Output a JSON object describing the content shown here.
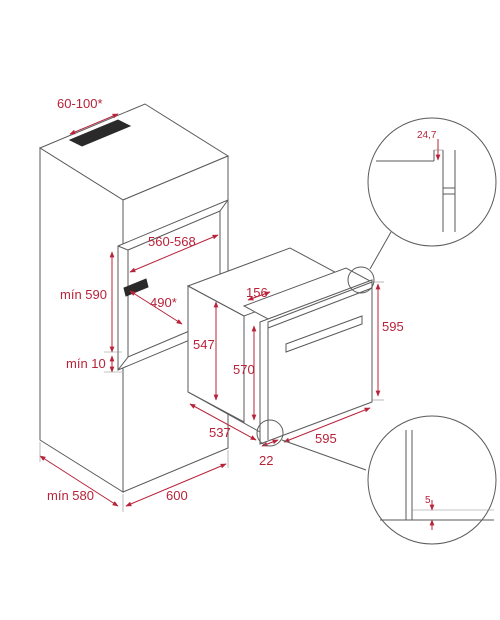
{
  "colors": {
    "dimension": "#b8233a",
    "outline": "#5a5a5a",
    "background": "#ffffff"
  },
  "labels": {
    "cooktop_gap": "60-100*",
    "cabinet_height": "mín 590",
    "bottom_gap": "mín 10",
    "cabinet_depth": "mín 580",
    "cabinet_width": "600",
    "niche_width": "560-568",
    "niche_depth": "490*",
    "oven_panel": "156",
    "oven_body_height": "547",
    "oven_front_height": "570",
    "oven_front_total_height": "595",
    "oven_depth": "537",
    "oven_width": "595",
    "oven_front_thickness": "22",
    "detail_top": "24,7",
    "detail_bottom": "5"
  }
}
